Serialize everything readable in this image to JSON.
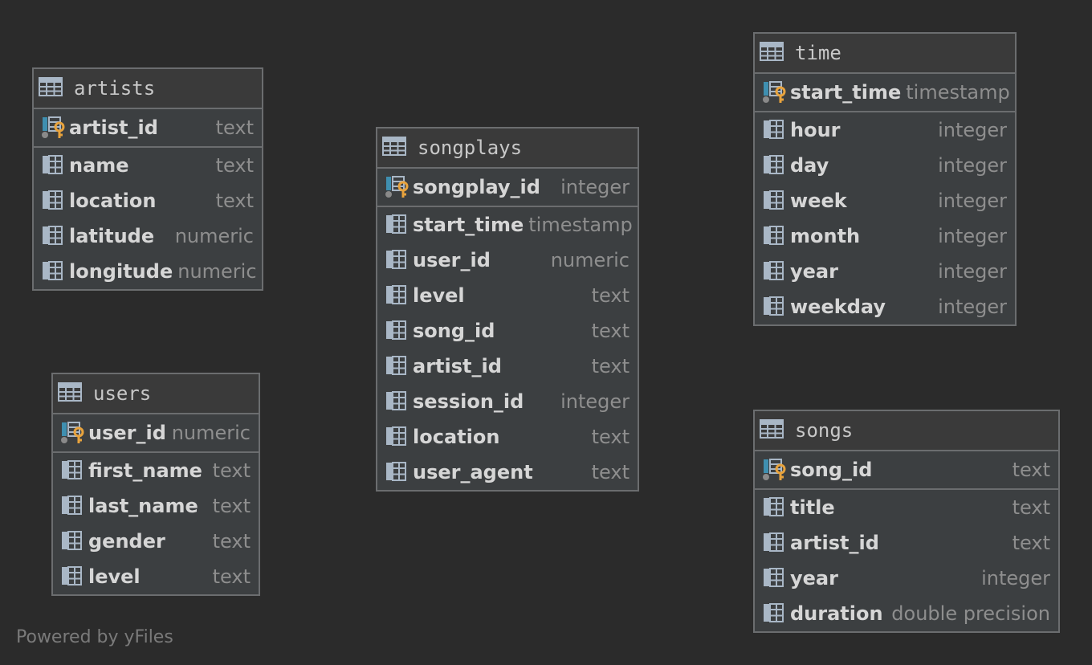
{
  "tables": {
    "artists": {
      "title": "artists",
      "pk": {
        "name": "artist_id",
        "type": "text"
      },
      "columns": [
        {
          "name": "name",
          "type": "text"
        },
        {
          "name": "location",
          "type": "text"
        },
        {
          "name": "latitude",
          "type": "numeric"
        },
        {
          "name": "longitude",
          "type": "numeric"
        }
      ]
    },
    "users": {
      "title": "users",
      "pk": {
        "name": "user_id",
        "type": "numeric"
      },
      "columns": [
        {
          "name": "first_name",
          "type": "text"
        },
        {
          "name": "last_name",
          "type": "text"
        },
        {
          "name": "gender",
          "type": "text"
        },
        {
          "name": "level",
          "type": "text"
        }
      ]
    },
    "songplays": {
      "title": "songplays",
      "pk": {
        "name": "songplay_id",
        "type": "integer"
      },
      "columns": [
        {
          "name": "start_time",
          "type": "timestamp"
        },
        {
          "name": "user_id",
          "type": "numeric"
        },
        {
          "name": "level",
          "type": "text"
        },
        {
          "name": "song_id",
          "type": "text"
        },
        {
          "name": "artist_id",
          "type": "text"
        },
        {
          "name": "session_id",
          "type": "integer"
        },
        {
          "name": "location",
          "type": "text"
        },
        {
          "name": "user_agent",
          "type": "text"
        }
      ]
    },
    "time": {
      "title": "time",
      "pk": {
        "name": "start_time",
        "type": "timestamp"
      },
      "columns": [
        {
          "name": "hour",
          "type": "integer"
        },
        {
          "name": "day",
          "type": "integer"
        },
        {
          "name": "week",
          "type": "integer"
        },
        {
          "name": "month",
          "type": "integer"
        },
        {
          "name": "year",
          "type": "integer"
        },
        {
          "name": "weekday",
          "type": "integer"
        }
      ]
    },
    "songs": {
      "title": "songs",
      "pk": {
        "name": "song_id",
        "type": "text"
      },
      "columns": [
        {
          "name": "title",
          "type": "text"
        },
        {
          "name": "artist_id",
          "type": "text"
        },
        {
          "name": "year",
          "type": "integer"
        },
        {
          "name": "duration",
          "type": "double precision"
        }
      ]
    }
  },
  "footer": "Powered by yFiles",
  "icons": {
    "table": "table-icon",
    "primary_key": "primary-key-icon",
    "column": "column-icon"
  },
  "colors": {
    "background": "#2b2b2b",
    "table_fill": "#3c3f41",
    "border": "#6b6d6f",
    "key_gold": "#e8a33d",
    "key_blue": "#3f8fb0"
  }
}
